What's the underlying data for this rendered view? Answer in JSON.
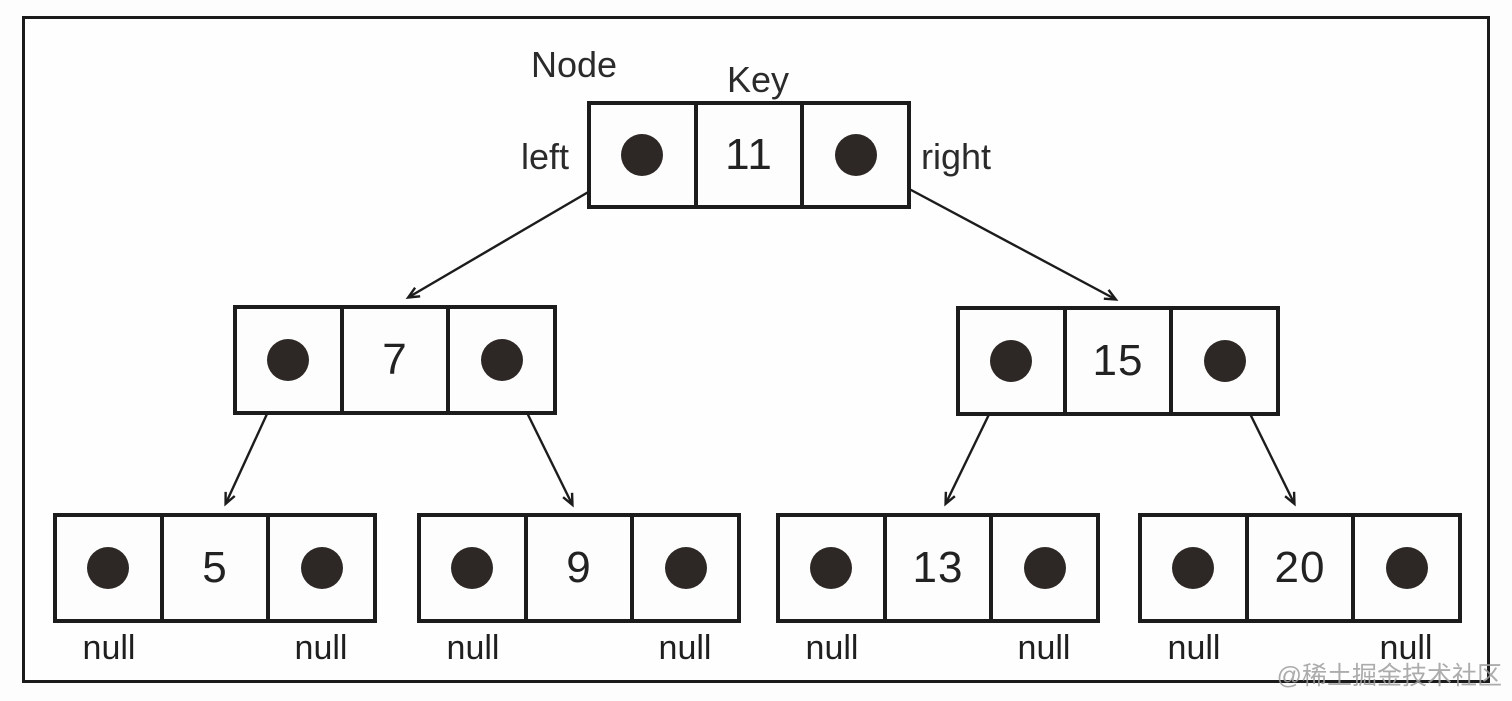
{
  "diagram": {
    "type": "binary-search-tree",
    "annotations": {
      "node": "Node",
      "key": "Key",
      "left": "left",
      "right": "right"
    },
    "null_label": "null",
    "nodes": [
      {
        "id": "root",
        "key": "11"
      },
      {
        "id": "left-child",
        "key": "7"
      },
      {
        "id": "right-child",
        "key": "15"
      },
      {
        "id": "leaf-1",
        "key": "5"
      },
      {
        "id": "leaf-2",
        "key": "9"
      },
      {
        "id": "leaf-3",
        "key": "13"
      },
      {
        "id": "leaf-4",
        "key": "20"
      }
    ],
    "edges": [
      {
        "from": "11",
        "pointer": "left",
        "to": "7"
      },
      {
        "from": "11",
        "pointer": "right",
        "to": "15"
      },
      {
        "from": "7",
        "pointer": "left",
        "to": "5"
      },
      {
        "from": "7",
        "pointer": "right",
        "to": "9"
      },
      {
        "from": "15",
        "pointer": "left",
        "to": "13"
      },
      {
        "from": "15",
        "pointer": "right",
        "to": "20"
      }
    ],
    "leaf_null_pointers": [
      "5.left",
      "5.right",
      "9.left",
      "9.right",
      "13.left",
      "13.right",
      "20.left",
      "20.right"
    ],
    "watermark": "@稀土掘金技术社区",
    "colors": {
      "line": "#1c1c1c",
      "dot": "#2d2825",
      "background": "#fdfdfd",
      "watermark": "#9e9e9e"
    }
  }
}
